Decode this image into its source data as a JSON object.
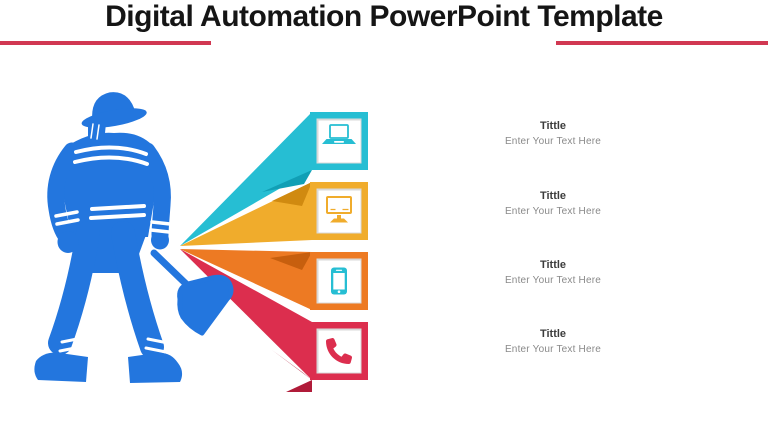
{
  "title": {
    "text": "Digital Automation PowerPoint Template",
    "color": "#151515",
    "underline_color": "#d13852"
  },
  "figure": {
    "label": "firefighter-with-axe-silhouette",
    "color": "#2376de",
    "stripe_color": "#ffffff"
  },
  "box": {
    "inner_color": "#ffffff",
    "shadow_color": "#d9d9d9"
  },
  "items": [
    {
      "label": "Tittle",
      "description": "Enter Your Text Here",
      "icon": "laptop-icon",
      "color": "#26bed3",
      "fold_color": "#119fb5",
      "icon_color": "#26bed3"
    },
    {
      "label": "Tittle",
      "description": "Enter Your Text Here",
      "icon": "monitor-icon",
      "color": "#f0ac2c",
      "fold_color": "#d08a10",
      "icon_color": "#f0ac2c"
    },
    {
      "label": "Tittle",
      "description": "Enter Your Text Here",
      "icon": "smartphone-icon",
      "color": "#ed7a23",
      "fold_color": "#c75f0e",
      "icon_color": "#26bed3"
    },
    {
      "label": "Tittle",
      "description": "Enter Your Text Here",
      "icon": "phone-icon",
      "color": "#dc2e4e",
      "fold_color": "#b01b39",
      "icon_color": "#dc2e4e"
    }
  ],
  "text_styles": {
    "label_color": "#3d3d3d",
    "description_color": "#898989"
  }
}
